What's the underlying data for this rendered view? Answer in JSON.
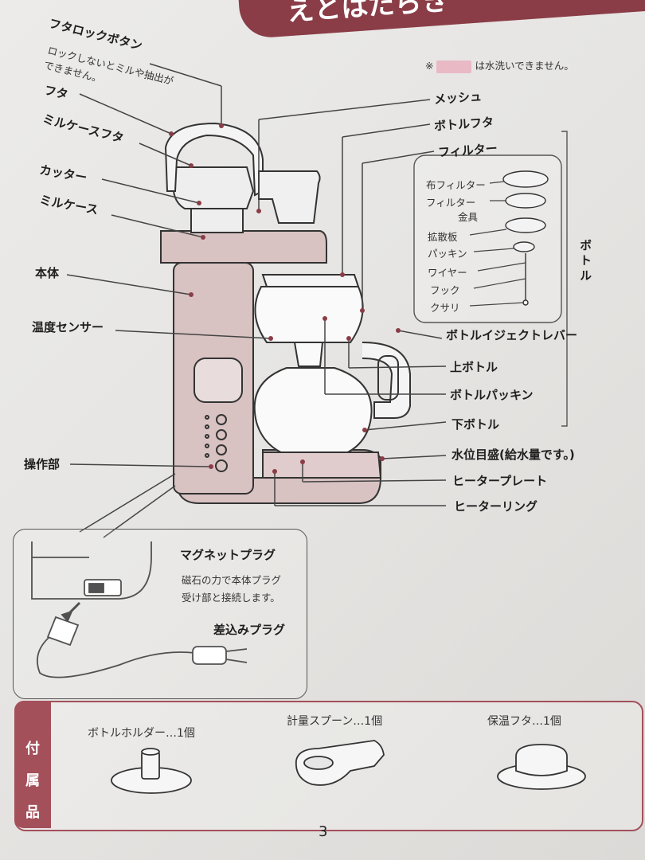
{
  "header": {
    "title": "えとはたらき"
  },
  "note": {
    "prefix": "※",
    "text": "は水洗いできません。"
  },
  "labels_left": {
    "lid_lock_button": "フタロックボタン",
    "lid_lock_note": "ロックしないとミルや抽出が\nできません。",
    "lid": "フタ",
    "mill_case_lid": "ミルケースフタ",
    "cutter": "カッター",
    "mill_case": "ミルケース",
    "body": "本体",
    "temp_sensor": "温度センサー",
    "control_panel": "操作部"
  },
  "labels_right": {
    "mesh": "メッシュ",
    "bottle_lid": "ボトルフタ",
    "filter": "フィルター",
    "eject_lever": "ボトルイジェクトレバー",
    "upper_bottle": "上ボトル",
    "bottle_packing": "ボトルパッキン",
    "lower_bottle": "下ボトル",
    "water_level": "水位目盛(給水量です。)",
    "heater_plate": "ヒータープレート",
    "heater_ring": "ヒーターリング"
  },
  "filter_parts": {
    "cloth_filter": "布フィルター",
    "filter_fitting_1": "フィルター",
    "filter_fitting_2": "金具",
    "diffuser": "拡散板",
    "packing": "パッキン",
    "wire": "ワイヤー",
    "hook": "フック",
    "chain": "クサリ",
    "group_label": "ボトル"
  },
  "plug": {
    "magnet_title": "マグネットプラグ",
    "magnet_desc_1": "磁石の力で本体プラグ",
    "magnet_desc_2": "受け部と接続します。",
    "insert_plug": "差込みプラグ"
  },
  "accessories": {
    "side_label_1": "付",
    "side_label_2": "属",
    "side_label_3": "品",
    "bottle_holder": "ボトルホルダー…1個",
    "measuring_spoon": "計量スプーン…1個",
    "warming_lid": "保温フタ…1個"
  },
  "page_number": "3",
  "colors": {
    "accent": "#a3505b",
    "wash_note": "#e9b9c6",
    "body_fill": "#d9c2c2"
  }
}
